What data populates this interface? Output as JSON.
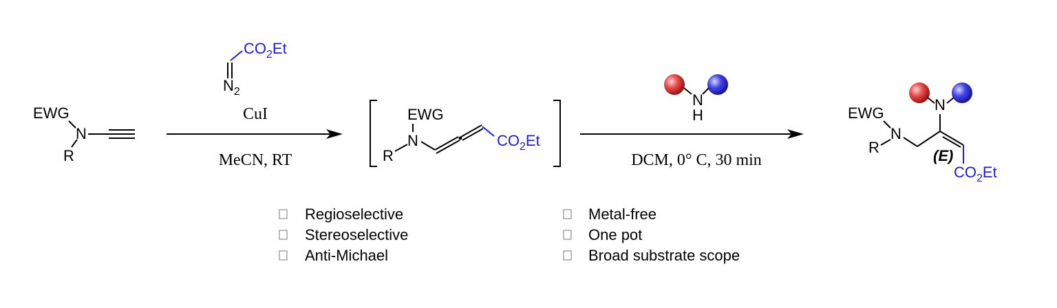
{
  "colors": {
    "blue": "#1a1ae6",
    "red_sphere": "#e63333",
    "blue_sphere": "#3333e6"
  },
  "substrate": {
    "ewg": "EWG",
    "n": "N",
    "r": "R"
  },
  "reagent1": {
    "ester": "CO",
    "ester_sub": "2",
    "ester_tail": "Et",
    "diazo": "N",
    "diazo_sub": "2"
  },
  "step1": {
    "above": "CuI",
    "below": "MeCN, RT"
  },
  "intermediate": {
    "ewg": "EWG",
    "n": "N",
    "r": "R",
    "ester": "CO",
    "ester_sub": "2",
    "ester_tail": "Et"
  },
  "reagent2": {
    "n": "N",
    "h": "H"
  },
  "step2": {
    "below": "DCM, 0° C, 30 min"
  },
  "product": {
    "ewg": "EWG",
    "n1": "N",
    "r": "R",
    "n2": "N",
    "stereo": "(E)",
    "ester": "CO",
    "ester_sub": "2",
    "ester_tail": "Et"
  },
  "features_left": [
    "Regioselective",
    "Stereoselective",
    "Anti-Michael"
  ],
  "features_right": [
    "Metal-free",
    "One pot",
    "Broad substrate scope"
  ]
}
